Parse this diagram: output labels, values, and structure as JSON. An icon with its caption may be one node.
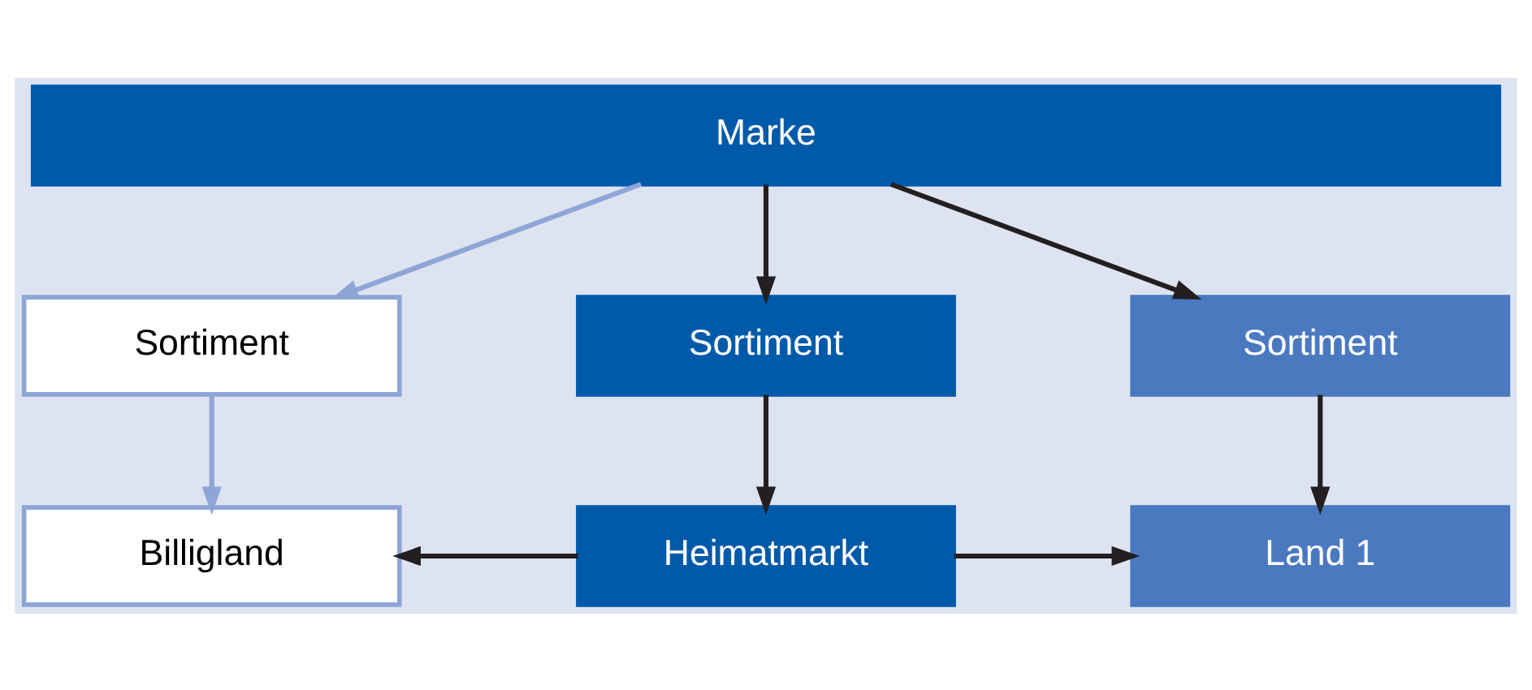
{
  "diagram": {
    "nodes": [
      {
        "text": [
          "Marke"
        ]
      },
      {
        "text": [
          "Sortiment"
        ]
      },
      {
        "text": [
          "Sortiment"
        ]
      },
      {
        "text": [
          "Sortiment"
        ]
      },
      {
        "text": [
          "Billigland"
        ]
      },
      {
        "text": [
          "Heimatmarkt"
        ]
      },
      {
        "text": [
          "Land 1"
        ]
      }
    ],
    "edges": [
      {
        "from": 0,
        "to": 1,
        "arrow": "to",
        "color": "#8ea6d6"
      },
      {
        "from": 0,
        "to": 2,
        "arrow": "to"
      },
      {
        "from": 0,
        "to": 3,
        "arrow": "to"
      },
      {
        "from": 1,
        "to": 4,
        "arrow": "to",
        "color": "#8ea6d6"
      },
      {
        "from": 2,
        "to": 5,
        "arrow": "to"
      },
      {
        "from": 3,
        "to": 6,
        "arrow": "to"
      },
      {
        "from": 5,
        "to": 4,
        "arrow": "to"
      },
      {
        "from": 5,
        "to": 6,
        "arrow": "to"
      }
    ]
  }
}
